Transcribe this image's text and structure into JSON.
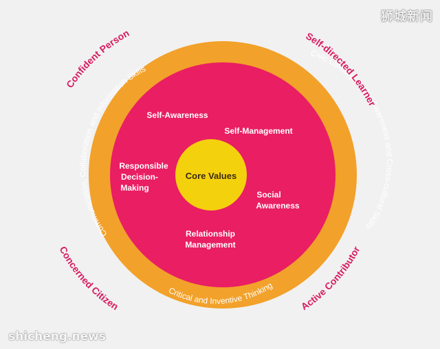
{
  "colors": {
    "background": "#f1f1f1",
    "outer_ring": "#f2a12a",
    "middle_circle": "#e91e63",
    "core": "#f4d10d",
    "outcome_text": "#d81b60",
    "white_text": "#ffffff",
    "core_text": "#3a2a12"
  },
  "diagram": {
    "core_label": "Core Values",
    "inner_labels": {
      "self_awareness": "Self-Awareness",
      "self_management": "Self-Management",
      "responsible_line1": "Responsible",
      "responsible_line2": "Decision-",
      "responsible_line3": "Making",
      "social_line1": "Social",
      "social_line2": "Awareness",
      "relationship_line1": "Relationship",
      "relationship_line2": "Management"
    },
    "ring_skills": {
      "communication": "Communication, Collaboration and Information Skills",
      "civic": "Civic Literacy, Global Awareness and Cross-cultural Skills",
      "critical": "Critical and Inventive Thinking"
    },
    "outcomes": {
      "confident": "Confident Person",
      "self_directed": "Self-directed Learner",
      "concerned": "Concerned Citizen",
      "active": "Active Contributor"
    }
  },
  "watermarks": {
    "top_right": "狮城新闻",
    "bottom_left": "shicheng.news"
  }
}
